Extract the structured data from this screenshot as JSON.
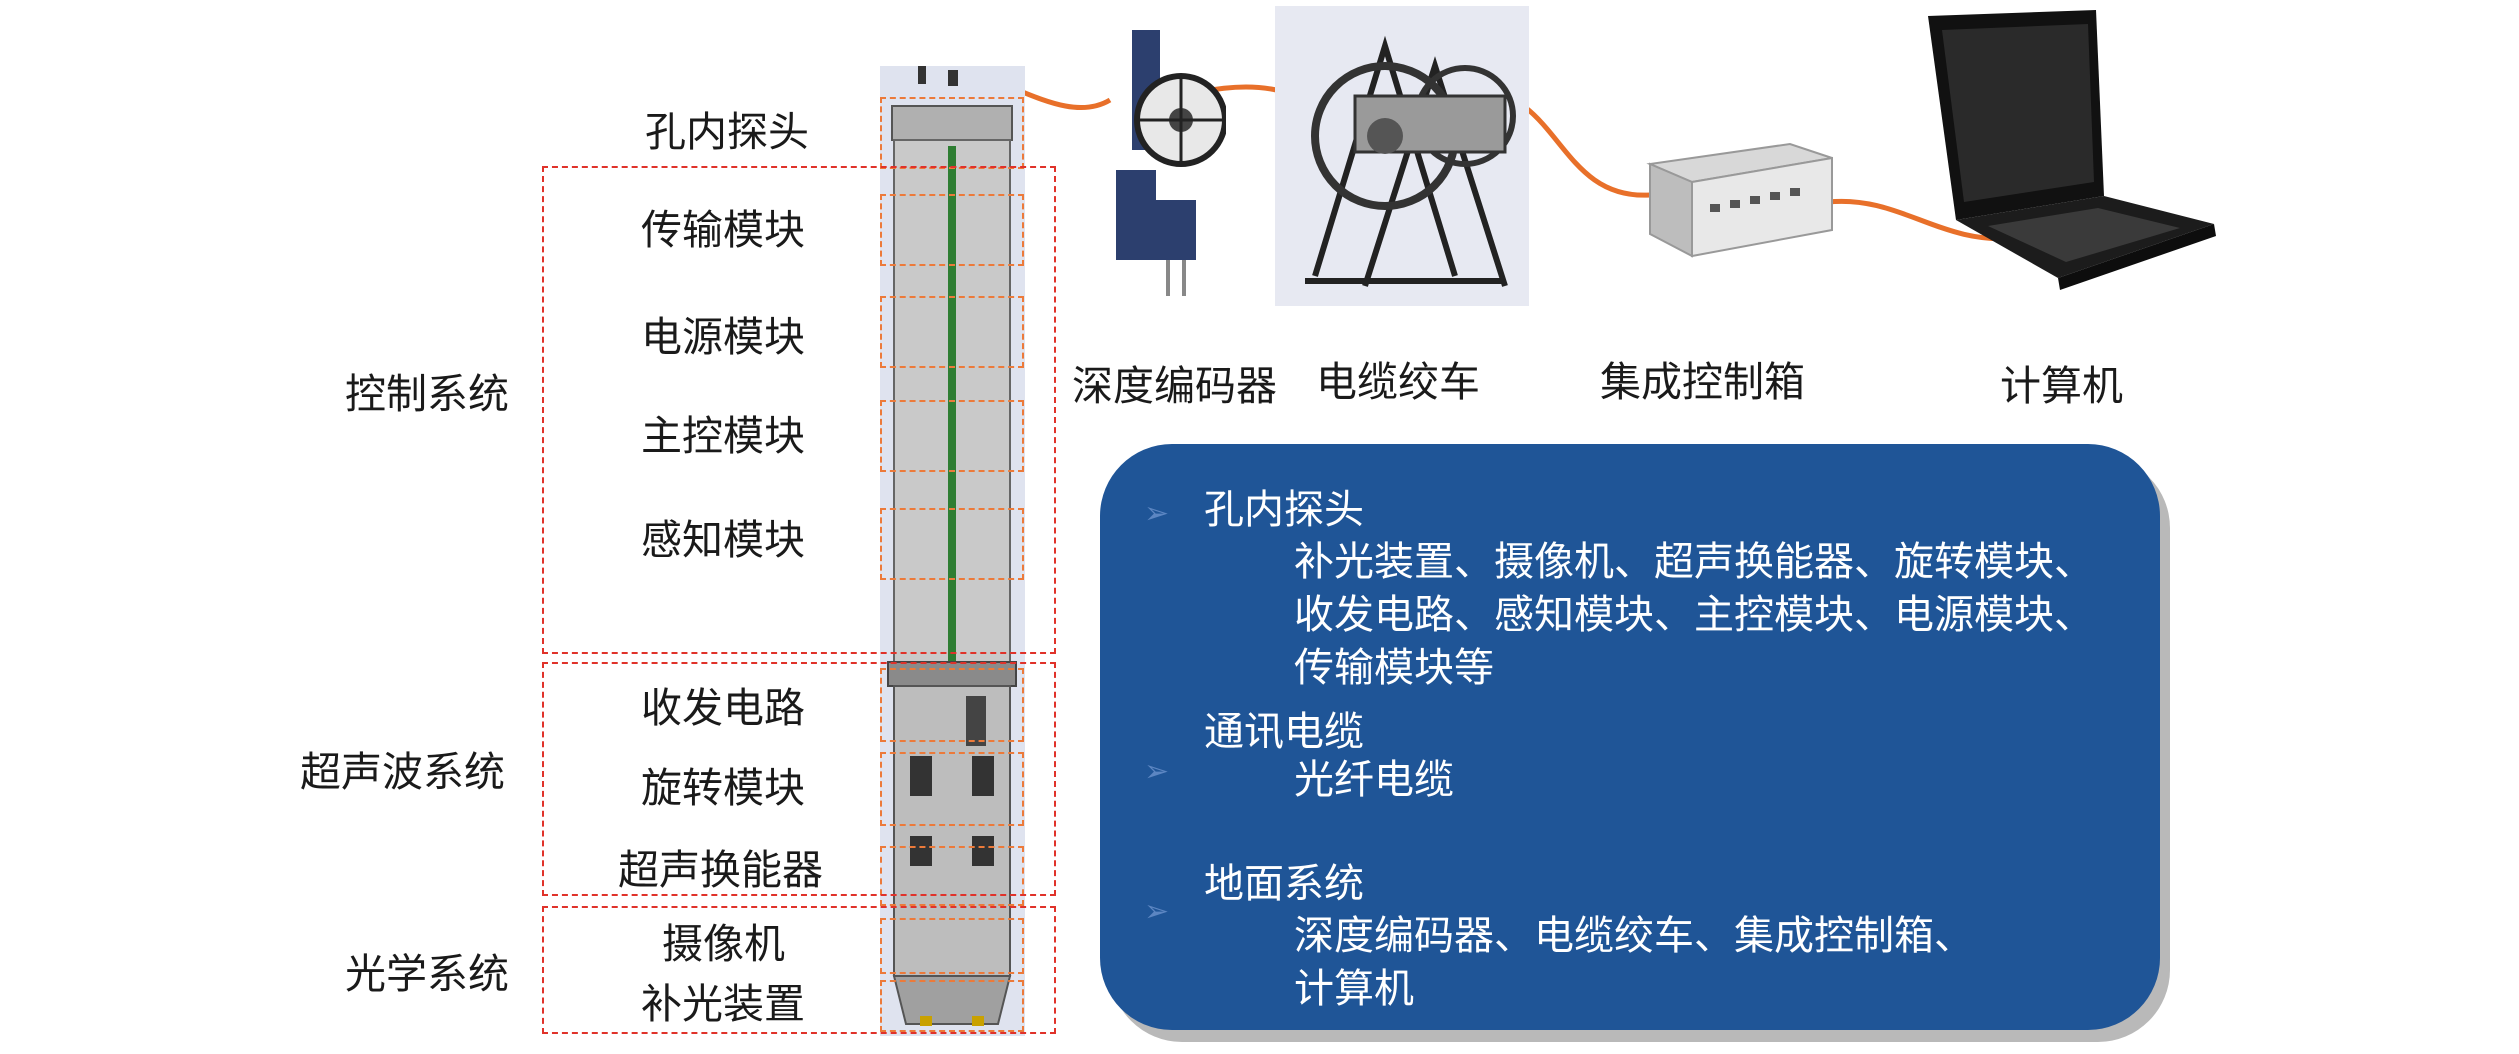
{
  "probe_labels": {
    "probe": "孔内探头",
    "transmission": "传输模块",
    "power": "电源模块",
    "main_control": "主控模块",
    "sensing": "感知模块",
    "transceiver": "收发电路",
    "rotation": "旋转模块",
    "transducer": "超声换能器",
    "camera": "摄像机",
    "fill_light": "补光装置"
  },
  "system_labels": {
    "control": "控制系统",
    "ultrasonic": "超声波系统",
    "optical": "光学系统"
  },
  "device_labels": {
    "encoder": "深度编码器",
    "winch": "电缆绞车",
    "control_box": "集成控制箱",
    "computer": "计算机"
  },
  "panel": {
    "bullet_icon": "arrow-bullet-icon",
    "items": [
      {
        "head": "孔内探头",
        "lines": [
          "补光装置、摄像机、超声换能器、旋转模块、",
          "收发电路、感知模块、主控模块、电源模块、",
          "传输模块等"
        ]
      },
      {
        "head": "通讯电缆",
        "lines": [
          "光纤电缆"
        ]
      },
      {
        "head": "地面系统",
        "lines": [
          "深度编码器、电缆绞车、集成控制箱、",
          "计算机"
        ]
      }
    ]
  },
  "colors": {
    "panel_bg": "#1f5597",
    "cable": "#e8702a",
    "system_box": "#e0322a",
    "module_box": "#ec7a3a",
    "probe_body": "#c9c9c9",
    "fiber": "#2e7d32"
  }
}
